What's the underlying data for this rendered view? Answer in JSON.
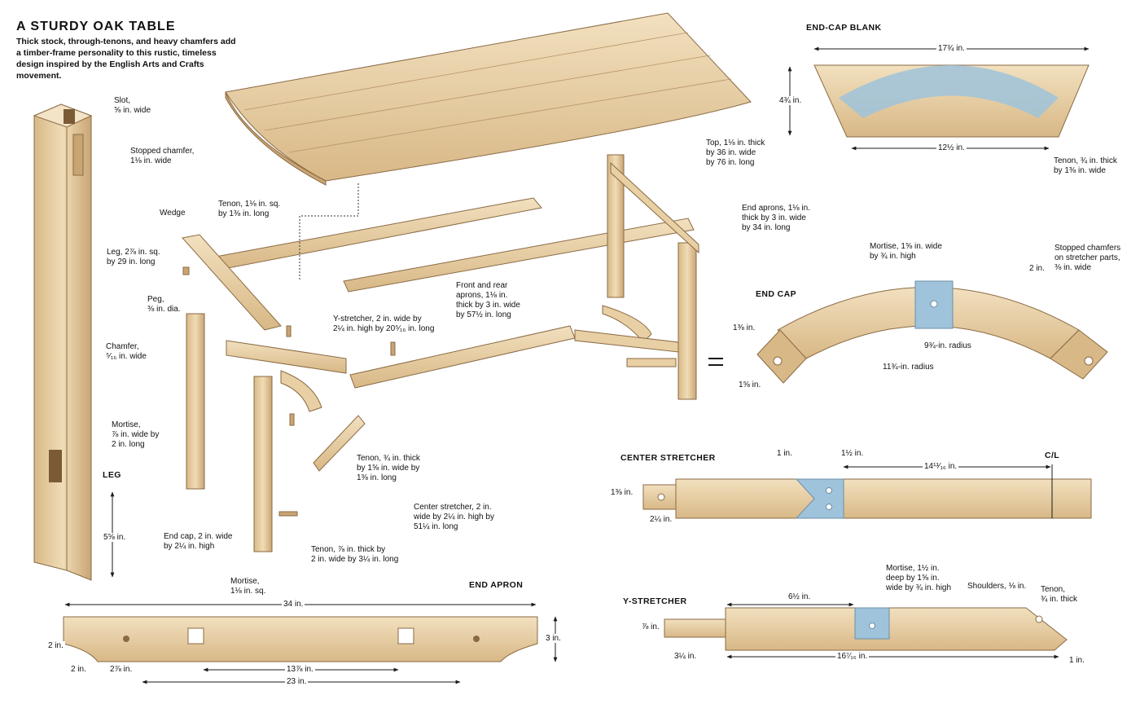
{
  "title": "A STURDY OAK TABLE",
  "intro": "Thick stock, through-tenons, and heavy chamfers add a timber-frame personality to this rustic, timeless design inspired by the English Arts and Crafts movement.",
  "headings": {
    "leg": "LEG",
    "end_cap_blank": "END-CAP BLANK",
    "end_cap": "END CAP",
    "center_stretcher": "CENTER STRETCHER",
    "y_stretcher": "Y-STRETCHER",
    "end_apron": "END APRON",
    "centerline": "C/L"
  },
  "callouts": {
    "slot": "Slot,\n⅝ in. wide",
    "stopped_chamfer": "Stopped chamfer,\n1⅛ in. wide",
    "wedge": "Wedge",
    "leg_size": "Leg, 2⅞ in. sq.\nby 29 in. long",
    "peg": "Peg,\n⅜ in. dia.",
    "chamfer": "Chamfer,\n⁵⁄₁₆ in. wide",
    "leg_mortise": "Mortise,\n⅞ in. wide by\n2 in. long",
    "tenon_sq": "Tenon, 1⅛ in. sq.\nby 1⅜ in. long",
    "top": "Top, 1⅛ in. thick\nby 36 in. wide\nby 76 in. long",
    "end_aprons": "End aprons, 1⅛ in.\nthick by 3 in. wide\nby 34 in. long",
    "front_rear_aprons": "Front and rear\naprons, 1⅛ in.\nthick by 3 in. wide\nby 57½ in. long",
    "y_stretcher": "Y-stretcher, 2 in. wide by\n2¼ in. high by 20⁵⁄₁₆ in. long",
    "tenon_34": "Tenon, ¾ in. thick\nby 1⅝ in. wide by\n1⅜ in. long",
    "center_stretcher": "Center stretcher, 2 in.\nwide by 2¼ in. high by\n51¼ in. long",
    "end_cap": "End cap, 2 in. wide\nby 2¼ in. high",
    "tenon_78": "Tenon, ⅞ in. thick by\n2 in. wide by 3¼ in. long",
    "apron_mortise": "Mortise,\n1⅛ in. sq.",
    "cap_mortise": "Mortise, 1⅝ in. wide\nby ¾ in. high",
    "stopped_chamfers": "Stopped chamfers\non stretcher parts,\n⅜ in. wide",
    "blank_tenon": "Tenon, ¾ in. thick\nby 1⅜ in. wide",
    "y_mortise": "Mortise, 1½ in.\ndeep by 1⅝ in.\nwide by ¾ in. high",
    "shoulders": "Shoulders, ⅛ in.",
    "y_tenon": "Tenon,\n¾ in. thick"
  },
  "dimensions": {
    "leg_5_58": "5⅝ in.",
    "blank_17_34": "17¾ in.",
    "blank_4_34": "4¾ in.",
    "blank_12_12": "12½ in.",
    "cap_2": "2 in.",
    "cap_1_38": "1⅜ in.",
    "cap_1_58": "1⅝ in.",
    "cap_934": "9¾-in. radius",
    "cap_1134": "11¾-in. radius",
    "cs_1": "1 in.",
    "cs_1_12": "1½ in.",
    "cs_14_1116": "14¹¹⁄₁₆ in.",
    "cs_1_38": "1⅜ in.",
    "cs_2_14": "2¼ in.",
    "ys_6_12": "6½ in.",
    "ys_78": "⅞ in.",
    "ys_3_14": "3¼ in.",
    "ys_16_716": "16⁷⁄₁₆ in.",
    "ys_1": "1 in.",
    "ea_34": "34 in.",
    "ea_2": "2 in.",
    "ea_3": "3 in.",
    "ea_2b": "2 in.",
    "ea_2_78": "2⅞ in.",
    "ea_13_78": "13⅞ in.",
    "ea_23": "23 in."
  },
  "colors": {
    "wood": "#e8cfa4",
    "wood_dark": "#c9a574",
    "wood_edge": "#8a6a44",
    "blue": "#9fc3da",
    "line": "#1a1a1a"
  }
}
